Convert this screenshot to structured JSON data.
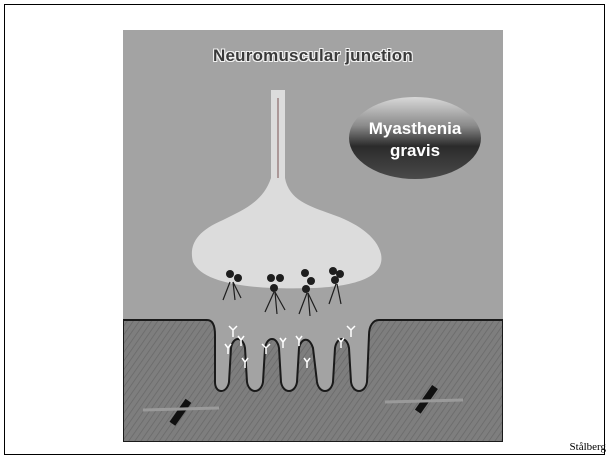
{
  "diagram": {
    "title": "Neuromuscular junction",
    "badge": {
      "line1": "Myasthenia",
      "line2": "gravis"
    }
  },
  "credit": "Stålberg",
  "colors": {
    "background": "#a3a3a3",
    "nerve_terminal": "#dcdcdc",
    "muscle": "#7e7e7e",
    "vesicle": "#1e1e1e"
  }
}
